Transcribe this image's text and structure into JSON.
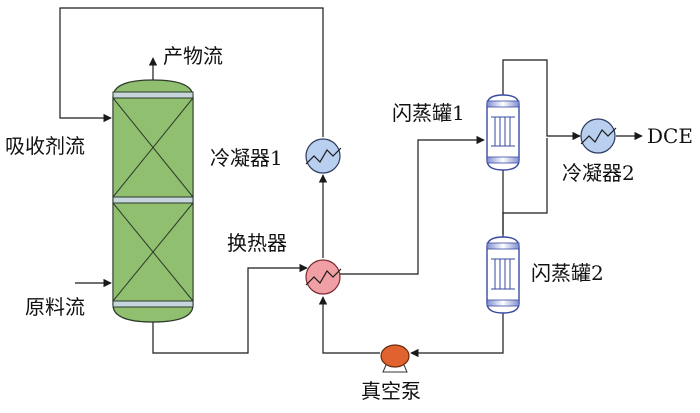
{
  "labels": {
    "product_stream": "产物流",
    "absorbent_stream": "吸收剂流",
    "feed_stream": "原料流",
    "condenser_1": "冷凝器1",
    "heat_exchanger": "换热器",
    "flash_tank_1": "闪蒸罐1",
    "flash_tank_2": "闪蒸罐2",
    "condenser_2": "冷凝器2",
    "dce_outlet": "DCE",
    "vacuum_pump": "真空泵"
  },
  "colors": {
    "column_fill": "#8fbf6f",
    "column_band": "#c7d5dc",
    "condenser_fill": "#b9cff0",
    "heat_exchanger_fill": "#f0a0a5",
    "flash_tank_fill": "#ffffff",
    "flash_tank_stroke": "#3a4aa0",
    "pump_fill": "#e0622e",
    "line": "#1a1a1a"
  }
}
